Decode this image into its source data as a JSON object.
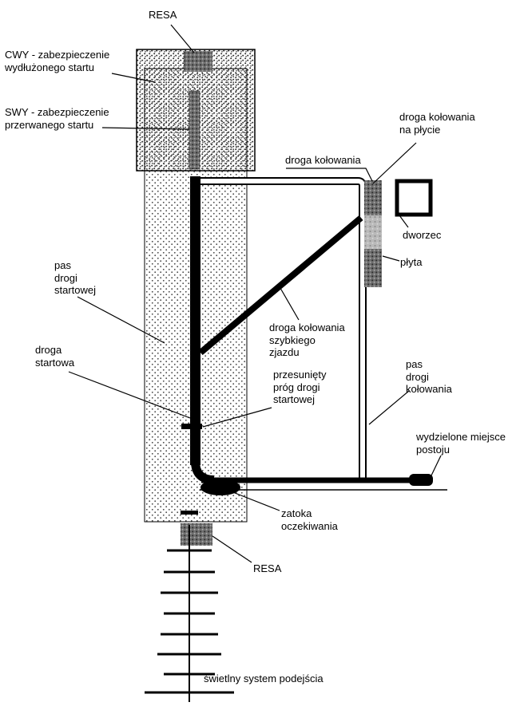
{
  "figure": {
    "type": "airport-runway-taxiway-schematic",
    "labels": {
      "resa_top": "RESA",
      "cwy": "CWY - zabezpieczenie\nwydłużonego startu",
      "swy": "SWY - zabezpieczenie\nprzerwanego startu",
      "taxiway_on_apron": "droga kołowania\nna płycie",
      "taxiway": "droga kołowania",
      "terminal": "dworzec",
      "apron": "płyta",
      "runway_strip": "pas\ndrogi\nstartowej",
      "rapid_exit_taxiway": "droga kołowania\nszybkiego\nzjazdu",
      "runway": "droga\nstartowa",
      "displaced_threshold": "przesunięty\npróg drogi\nstartowej",
      "taxiway_strip": "pas\ndrogi\nkołowania",
      "isolated_parking": "wydzielone miejsce\npostoju",
      "holding_bay": "zatoka\noczekiwania",
      "resa_bottom": "RESA",
      "approach_lighting": "świetlny system podejścia"
    },
    "colors": {
      "ink": "#000000",
      "apron_gray": "#b9b9b9",
      "marker_dark": "#6e6e6e"
    }
  }
}
